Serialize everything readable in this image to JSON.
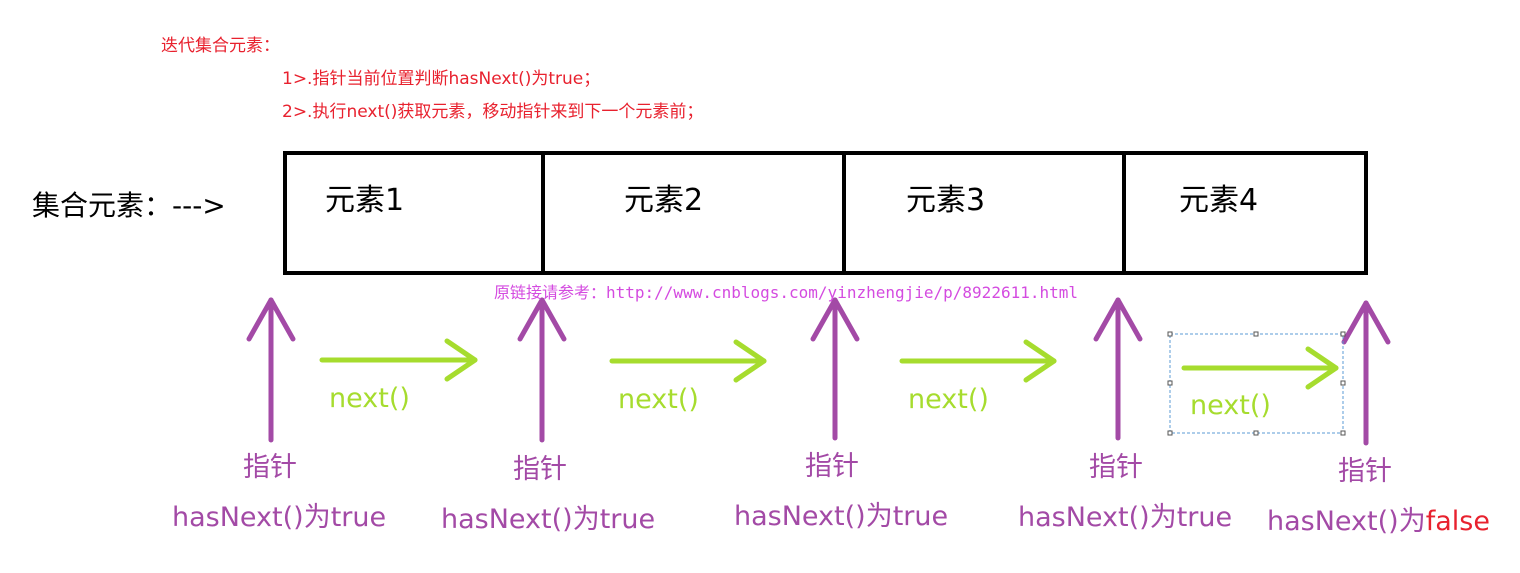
{
  "notes": {
    "title": "迭代集合元素：",
    "step1": "1>.指针当前位置判断hasNext()为true；",
    "step2": "2>.执行next()获取元素，移动指针来到下一个元素前；"
  },
  "collection": {
    "label": "集合元素：--->",
    "elements": [
      "元素1",
      "元素2",
      "元素3",
      "元素4"
    ]
  },
  "source_link": "原链接请参考：http://www.cnblogs.com/yinzhengjie/p/8922611.html",
  "steps": {
    "next_label": "next()",
    "pointer_label": "指针",
    "hasnext_prefix": "hasNext()为",
    "hasnext_true": "true",
    "hasnext_false": "false"
  },
  "colors": {
    "pointer_arrow": "#a34aa6",
    "next_arrow": "#a6dc2e",
    "note_red": "#e8212e",
    "link_magenta": "#d44be0",
    "box_border": "#000000",
    "selection_dashed": "#5b9bd5"
  }
}
